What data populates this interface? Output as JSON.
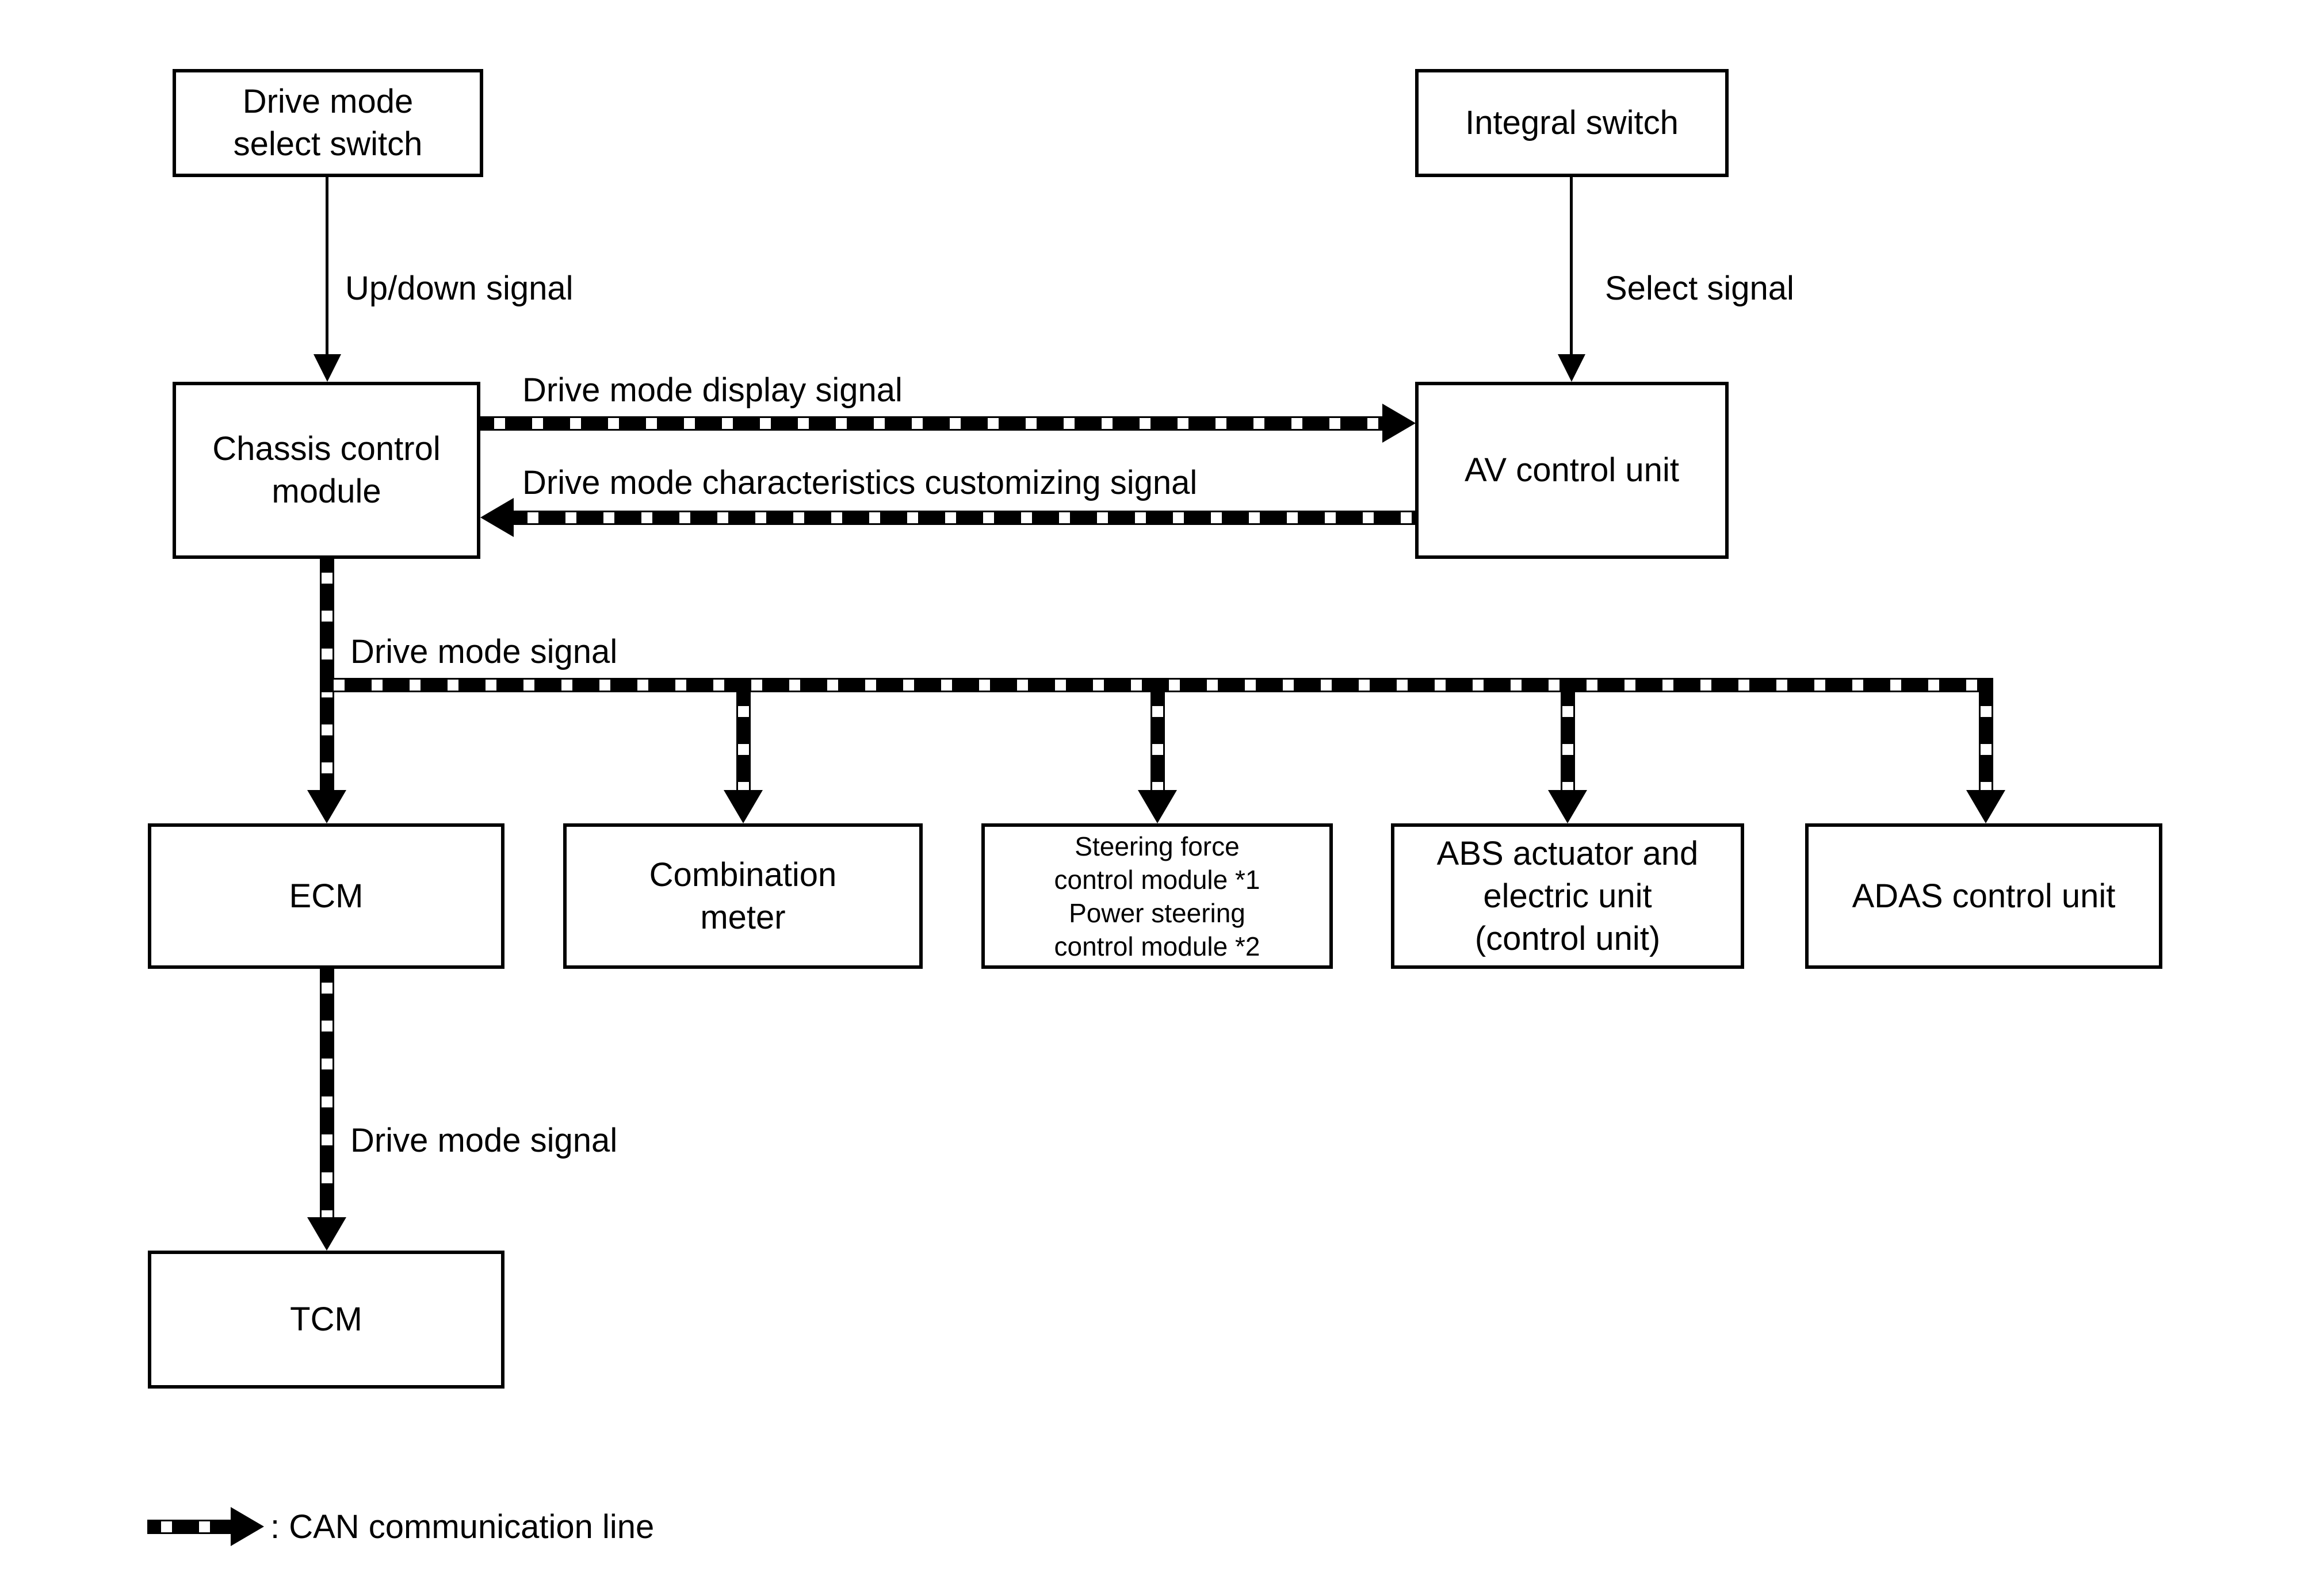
{
  "nodes": {
    "drive_mode_select_switch": {
      "lines": [
        "Drive mode",
        "select switch"
      ]
    },
    "integral_switch": {
      "lines": [
        "Integral switch"
      ]
    },
    "chassis_control_module": {
      "lines": [
        "Chassis control",
        "module"
      ]
    },
    "av_control_unit": {
      "lines": [
        "AV control unit"
      ]
    },
    "ecm": {
      "lines": [
        "ECM"
      ]
    },
    "combination_meter": {
      "lines": [
        "Combination",
        "meter"
      ]
    },
    "steering_power_modules": {
      "lines": [
        "Steering force",
        "control module *1",
        "Power steering",
        "control module *2"
      ]
    },
    "abs_actuator_electric_unit": {
      "lines": [
        "ABS actuator and",
        "electric unit",
        "(control unit)"
      ]
    },
    "adas_control_unit": {
      "lines": [
        "ADAS control unit"
      ]
    },
    "tcm": {
      "lines": [
        "TCM"
      ]
    }
  },
  "edge_labels": {
    "up_down_signal": "Up/down signal",
    "select_signal": "Select signal",
    "drive_mode_display_signal": "Drive mode display signal",
    "drive_mode_characteristics_customizing_signal": "Drive mode characteristics customizing signal",
    "drive_mode_signal_to_modules": "Drive mode signal",
    "drive_mode_signal_to_tcm": "Drive mode signal"
  },
  "legend": {
    "can_communication_line": ": CAN communication line"
  },
  "colors": {
    "foreground": "#000000",
    "background": "#ffffff"
  }
}
